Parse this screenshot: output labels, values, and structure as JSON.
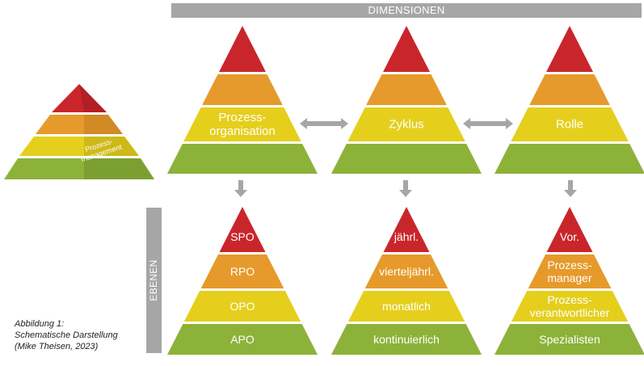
{
  "header": {
    "dimensions_label": "DIMENSIONEN"
  },
  "side": {
    "ebenen_label": "EBENEN"
  },
  "caption": {
    "line1": "Abbildung 1:",
    "line2": "Schematische Darstellung",
    "line3": "(Mike Theisen, 2023)"
  },
  "colors": {
    "red": "#c9262c",
    "orange": "#e69a2b",
    "yellow": "#e5cf1c",
    "green": "#8db23a",
    "gray": "#a6a6a6"
  },
  "perspective_pyramid": {
    "label_line1": "Prozess-",
    "label_line2": "management"
  },
  "dimensions": [
    {
      "label_line1": "Prozess-",
      "label_line2": "organisation"
    },
    {
      "label_line1": "Zyklus",
      "label_line2": ""
    },
    {
      "label_line1": "Rolle",
      "label_line2": ""
    }
  ],
  "levels": [
    {
      "tiers": [
        {
          "line1": "SPO",
          "line2": ""
        },
        {
          "line1": "RPO",
          "line2": ""
        },
        {
          "line1": "OPO",
          "line2": ""
        },
        {
          "line1": "APO",
          "line2": ""
        }
      ]
    },
    {
      "tiers": [
        {
          "line1": "jährl.",
          "line2": ""
        },
        {
          "line1": "vierteljährl.",
          "line2": ""
        },
        {
          "line1": "monatlich",
          "line2": ""
        },
        {
          "line1": "kontinuierlich",
          "line2": ""
        }
      ]
    },
    {
      "tiers": [
        {
          "line1": "Vor.",
          "line2": ""
        },
        {
          "line1": "Prozess-",
          "line2": "manager"
        },
        {
          "line1": "Prozess-",
          "line2": "verantwortlicher"
        },
        {
          "line1": "Spezialisten",
          "line2": ""
        }
      ]
    }
  ]
}
